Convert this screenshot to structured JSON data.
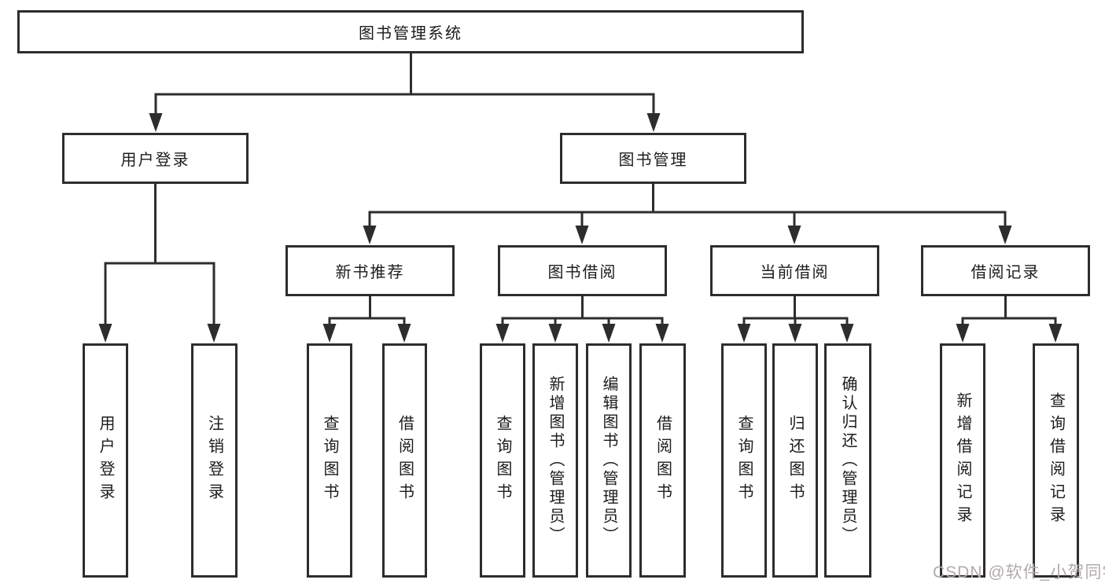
{
  "tree": {
    "label": "图书管理系统",
    "children": [
      {
        "label": "用户登录",
        "children": [
          {
            "label": "用户登录"
          },
          {
            "label": "注销登录"
          }
        ]
      },
      {
        "label": "图书管理",
        "children": [
          {
            "label": "新书推荐",
            "children": [
              {
                "label": "查询图书"
              },
              {
                "label": "借阅图书"
              }
            ]
          },
          {
            "label": "图书借阅",
            "children": [
              {
                "label": "查询图书"
              },
              {
                "label": "新增图书（管理员）"
              },
              {
                "label": "编辑图书（管理员）"
              },
              {
                "label": "借阅图书"
              }
            ]
          },
          {
            "label": "当前借阅",
            "children": [
              {
                "label": "查询图书"
              },
              {
                "label": "归还图书"
              },
              {
                "label": "确认归还（管理员）"
              }
            ]
          },
          {
            "label": "借阅记录",
            "children": [
              {
                "label": "新增借阅记录"
              },
              {
                "label": "查询借阅记录"
              }
            ]
          }
        ]
      }
    ]
  },
  "watermark": {
    "text": "CSDN @软件_小贺同学"
  },
  "colors": {
    "line": "#2d2d2d",
    "box_border": "#2d2d2d",
    "box_fill": "#ffffff",
    "text": "#1c1c1c",
    "watermark": "#b2aaaa"
  }
}
